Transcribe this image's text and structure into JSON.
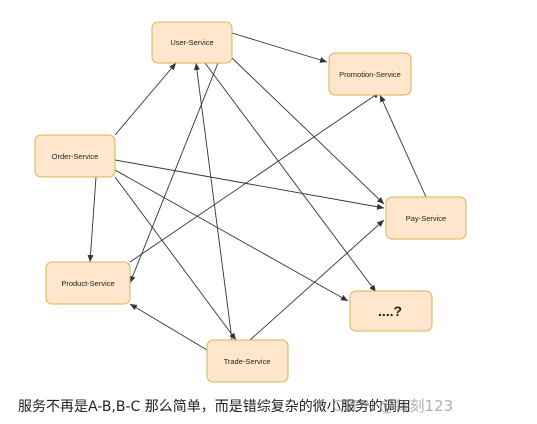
{
  "diagram": {
    "nodes": {
      "user": "User-Service",
      "promotion": "Promotion-Service",
      "order": "Order-Service",
      "pay": "Pay-Service",
      "product": "Product-Service",
      "unknown": "....?",
      "trade": "Trade-Service"
    },
    "caption": "服务不再是A-B,B-C 那么简单，而是错综复杂的微小服务的调用",
    "watermark": "CSDN @每刻123"
  }
}
